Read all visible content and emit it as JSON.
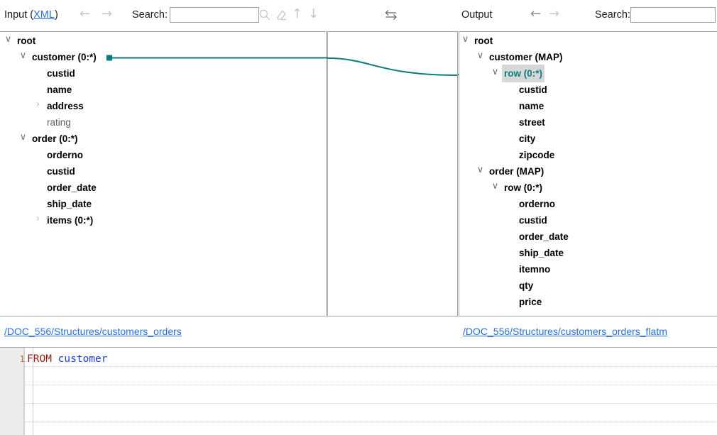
{
  "toolbar": {
    "input_label": "Input (",
    "input_format": "XML",
    "input_label_close": ")",
    "output_label": "Output",
    "search_label_left": "Search:",
    "search_label_right": "Search:",
    "search_value_left": "",
    "search_value_right": "",
    "search_placeholder": "",
    "back_arrow": "←",
    "forward_arrow": "→",
    "up_arrow": "↑",
    "down_arrow": "↓",
    "icons": {
      "search": "search-icon",
      "clear": "eraser-icon",
      "prev_match": "arrow-up-icon",
      "next_match": "arrow-down-icon",
      "swap": "swap-sides-icon"
    }
  },
  "input_tree": {
    "nodes": [
      {
        "label": "root",
        "depth": 0,
        "chevron": "expanded",
        "style": "bold"
      },
      {
        "label": "customer (0:*)",
        "depth": 1,
        "chevron": "expanded",
        "style": "bold",
        "connector": true
      },
      {
        "label": "custid",
        "depth": 2,
        "chevron": "none",
        "style": "bold"
      },
      {
        "label": "name",
        "depth": 2,
        "chevron": "none",
        "style": "bold"
      },
      {
        "label": "address",
        "depth": 2,
        "chevron": "collapsed",
        "style": "bold"
      },
      {
        "label": "rating",
        "depth": 2,
        "chevron": "none",
        "style": "plain"
      },
      {
        "label": "order (0:*)",
        "depth": 1,
        "chevron": "expanded",
        "style": "bold"
      },
      {
        "label": "orderno",
        "depth": 2,
        "chevron": "none",
        "style": "bold"
      },
      {
        "label": "custid",
        "depth": 2,
        "chevron": "none",
        "style": "bold"
      },
      {
        "label": "order_date",
        "depth": 2,
        "chevron": "none",
        "style": "bold"
      },
      {
        "label": "ship_date",
        "depth": 2,
        "chevron": "none",
        "style": "bold"
      },
      {
        "label": "items (0:*)",
        "depth": 2,
        "chevron": "collapsed",
        "style": "bold"
      }
    ]
  },
  "output_tree": {
    "nodes": [
      {
        "label": "root",
        "depth": 0,
        "chevron": "expanded",
        "style": "bold"
      },
      {
        "label": "customer (MAP)",
        "depth": 1,
        "chevron": "expanded",
        "style": "bold"
      },
      {
        "label": "row (0:*)",
        "depth": 2,
        "chevron": "expanded",
        "style": "selected",
        "target": true
      },
      {
        "label": "custid",
        "depth": 3,
        "chevron": "none",
        "style": "bold"
      },
      {
        "label": "name",
        "depth": 3,
        "chevron": "none",
        "style": "bold"
      },
      {
        "label": "street",
        "depth": 3,
        "chevron": "none",
        "style": "bold"
      },
      {
        "label": "city",
        "depth": 3,
        "chevron": "none",
        "style": "bold"
      },
      {
        "label": "zipcode",
        "depth": 3,
        "chevron": "none",
        "style": "bold"
      },
      {
        "label": "order (MAP)",
        "depth": 1,
        "chevron": "expanded",
        "style": "bold"
      },
      {
        "label": "row (0:*)",
        "depth": 2,
        "chevron": "expanded",
        "style": "bold"
      },
      {
        "label": "orderno",
        "depth": 3,
        "chevron": "none",
        "style": "bold"
      },
      {
        "label": "custid",
        "depth": 3,
        "chevron": "none",
        "style": "bold"
      },
      {
        "label": "order_date",
        "depth": 3,
        "chevron": "none",
        "style": "bold"
      },
      {
        "label": "ship_date",
        "depth": 3,
        "chevron": "none",
        "style": "bold"
      },
      {
        "label": "itemno",
        "depth": 3,
        "chevron": "none",
        "style": "bold"
      },
      {
        "label": "qty",
        "depth": 3,
        "chevron": "none",
        "style": "bold"
      },
      {
        "label": "price",
        "depth": 3,
        "chevron": "none",
        "style": "bold"
      }
    ]
  },
  "mapping": {
    "connector_color": "#0b7c7e",
    "from_node": "customer (0:*)",
    "to_node": "row (0:*)"
  },
  "links": {
    "input_path": "/DOC_556/Structures/customers_orders",
    "output_path": "/DOC_556/Structures/customers_orders_flatm"
  },
  "editor": {
    "line_number": "1",
    "keyword": "FROM",
    "table": "customer",
    "full_line": "FROM customer"
  },
  "colors": {
    "accent": "#0b7c7e",
    "link": "#2a6fd4",
    "keyword": "#9b1a13",
    "identifier": "#1d3fd0",
    "selection_bg": "#d7d7d7"
  }
}
